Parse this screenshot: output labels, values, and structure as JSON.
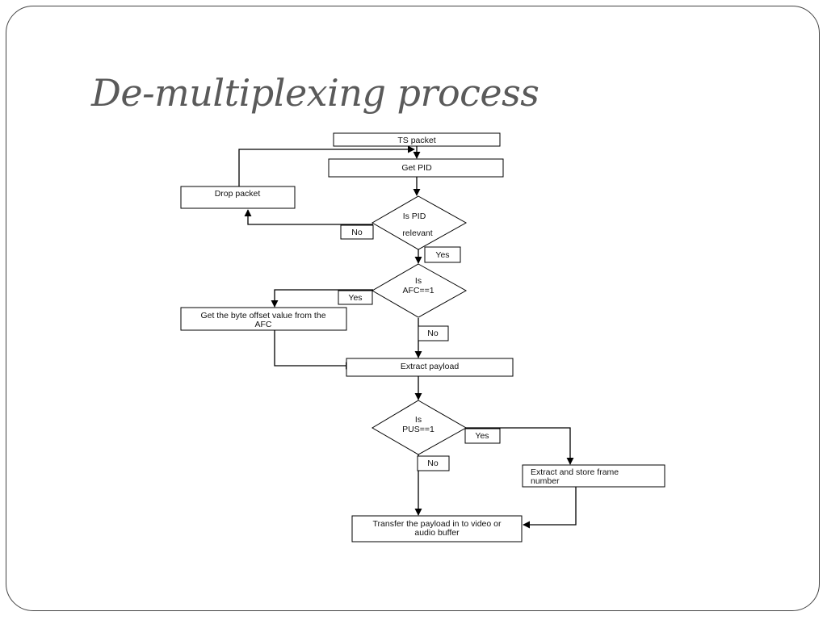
{
  "slide": {
    "title": "De-multiplexing process"
  },
  "flowchart": {
    "nodes": {
      "ts_packet": "TS packet",
      "get_pid": "Get PID",
      "drop_packet": "Drop packet",
      "is_pid_relevant": [
        "Is PID",
        "relevant"
      ],
      "is_afc": [
        "Is",
        "AFC==1"
      ],
      "get_byte_offset": [
        "Get the byte offset value from the",
        "AFC"
      ],
      "extract_payload": "Extract payload",
      "is_pus": [
        "Is",
        "PUS==1"
      ],
      "extract_store_frame": [
        "Extract and store frame",
        "number"
      ],
      "transfer_payload": [
        "Transfer the payload in to video or",
        "audio buffer"
      ]
    },
    "edge_labels": {
      "pid_no": "No",
      "pid_yes": "Yes",
      "afc_yes": "Yes",
      "afc_no": "No",
      "pus_yes": "Yes",
      "pus_no": "No"
    }
  }
}
